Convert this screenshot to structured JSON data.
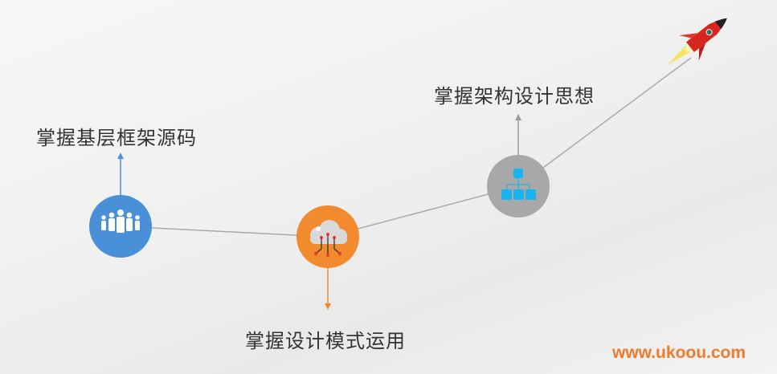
{
  "steps": [
    {
      "label": "掌握基层框架源码",
      "icon": "people-group-icon",
      "color": "#4a90d9"
    },
    {
      "label": "掌握设计模式运用",
      "icon": "cloud-circuit-icon",
      "color": "#f28a2e"
    },
    {
      "label": "掌握架构设计思想",
      "icon": "hierarchy-icon",
      "color": "#a8a8a8"
    }
  ],
  "watermark": "www.ukoou.com"
}
